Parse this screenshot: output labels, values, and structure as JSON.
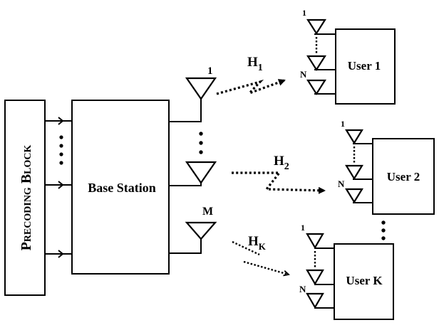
{
  "precoding": {
    "first": "P",
    "rest1": "RECODING",
    "second": "B",
    "rest2": "LOCK"
  },
  "base_station": {
    "label": "Base Station"
  },
  "bs_antennas": {
    "first": "1",
    "last": "M"
  },
  "channels": [
    {
      "letter": "H",
      "sub": "1"
    },
    {
      "letter": "H",
      "sub": "2"
    },
    {
      "letter": "H",
      "sub": "K"
    }
  ],
  "users": [
    {
      "label": "User 1",
      "first_antenna": "1",
      "last_antenna": "N"
    },
    {
      "label": "User 2",
      "first_antenna": "1",
      "last_antenna": "N"
    },
    {
      "label": "User K",
      "first_antenna": "1",
      "last_antenna": "N"
    }
  ]
}
